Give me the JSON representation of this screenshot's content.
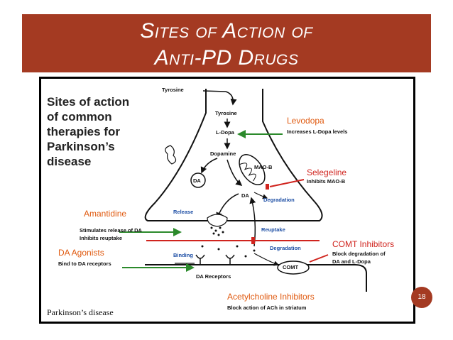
{
  "slide": {
    "title_line1": "Sites of Action of",
    "title_line2": "Anti-PD Drugs",
    "page_number": "18",
    "colors": {
      "banner": "#a43a22",
      "levodopa": "#e05a10",
      "red_label": "#d0241e",
      "green_arrow": "#2b8a2b",
      "red_arrow": "#d0241e"
    }
  },
  "figure": {
    "heading": [
      "Sites of action",
      "of common",
      "therapies for",
      "Parkinson’s",
      "disease"
    ],
    "caption": "Parkinson’s disease",
    "pathway": {
      "tyrosine_in": "Tyrosine",
      "tyrosine": "Tyrosine",
      "ldopa": "L-Dopa",
      "dopamine": "Dopamine",
      "da_vesicle": "DA",
      "maob": "MAO-B",
      "da": "DA",
      "degradation_mao": "Degradation",
      "release": "Release",
      "reuptake": "Reuptake",
      "degradation_comt": "Degradation",
      "binding": "Binding",
      "comt": "COMT",
      "da_receptors": "DA Receptors"
    },
    "drugs": {
      "levodopa": {
        "name": "Levodopa",
        "desc": "Increases L-Dopa levels"
      },
      "selegeline": {
        "name": "Selegeline",
        "desc": "Inhibits MAO-B"
      },
      "amantidine": {
        "name": "Amantidine",
        "desc1": "Stimulates release of DA",
        "desc2": "Inhibits reuptake"
      },
      "comt_inhibitors": {
        "name": "COMT Inhibitors",
        "desc1": "Block degradation of",
        "desc2": "DA and L-Dopa"
      },
      "da_agonists": {
        "name": "DA Agonists",
        "desc": "Bind to DA receptors"
      },
      "ach_inhibitors": {
        "name": "Acetylcholine Inhibitors",
        "desc": "Block action of ACh in striatum"
      }
    }
  }
}
